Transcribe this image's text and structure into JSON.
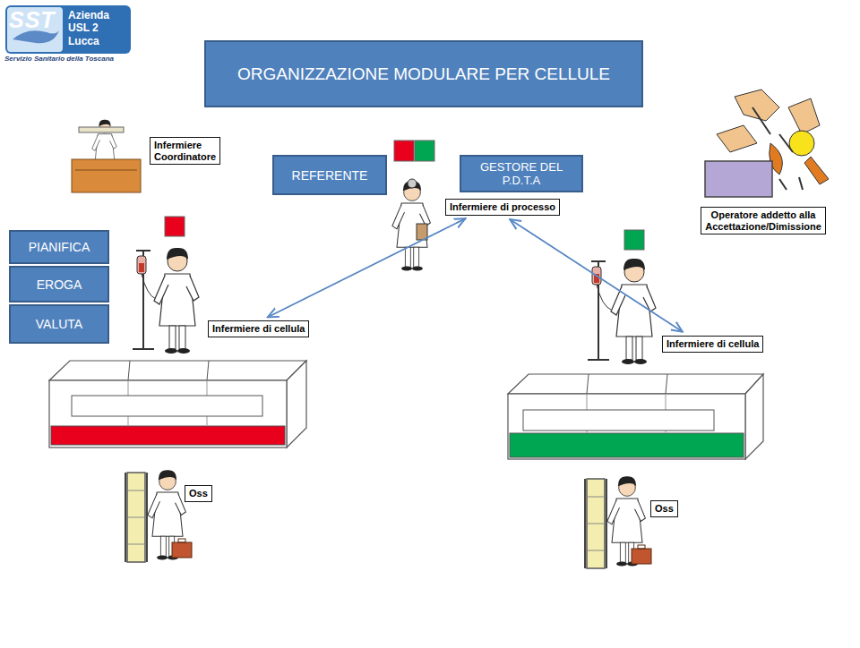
{
  "diagram": {
    "title": "ORGANIZZAZIONE MODULARE PER CELLULE",
    "nodes": [
      {
        "text": [
          "Infermiere Coordinatore"
        ]
      },
      {
        "text": [
          "REFERENTE"
        ]
      },
      {
        "text": [
          "GESTORE DEL P.D.T.A"
        ]
      },
      {
        "text": [
          "Infermiere di processo"
        ]
      },
      {
        "text": [
          "Operatore addetto alla Accettazione/Dimissione"
        ]
      },
      {
        "text": [
          "PIANIFICA"
        ]
      },
      {
        "text": [
          "EROGA"
        ]
      },
      {
        "text": [
          "VALUTA"
        ]
      },
      {
        "text": [
          "Infermiere di cellula"
        ]
      },
      {
        "text": [
          "Infermiere di cellula"
        ]
      },
      {
        "text": [
          "Oss"
        ]
      },
      {
        "text": [
          "Oss"
        ]
      }
    ],
    "edges": [
      {
        "from": 3,
        "to": 8,
        "arrow": "to"
      },
      {
        "from": 8,
        "to": 3,
        "arrow": "to"
      },
      {
        "from": 3,
        "to": 9,
        "arrow": "to"
      },
      {
        "from": 9,
        "to": 3,
        "arrow": "to"
      }
    ],
    "labels": [
      "SST",
      "Azienda USL 2 Lucca",
      "Servizio Sanitario della Toscana"
    ]
  }
}
